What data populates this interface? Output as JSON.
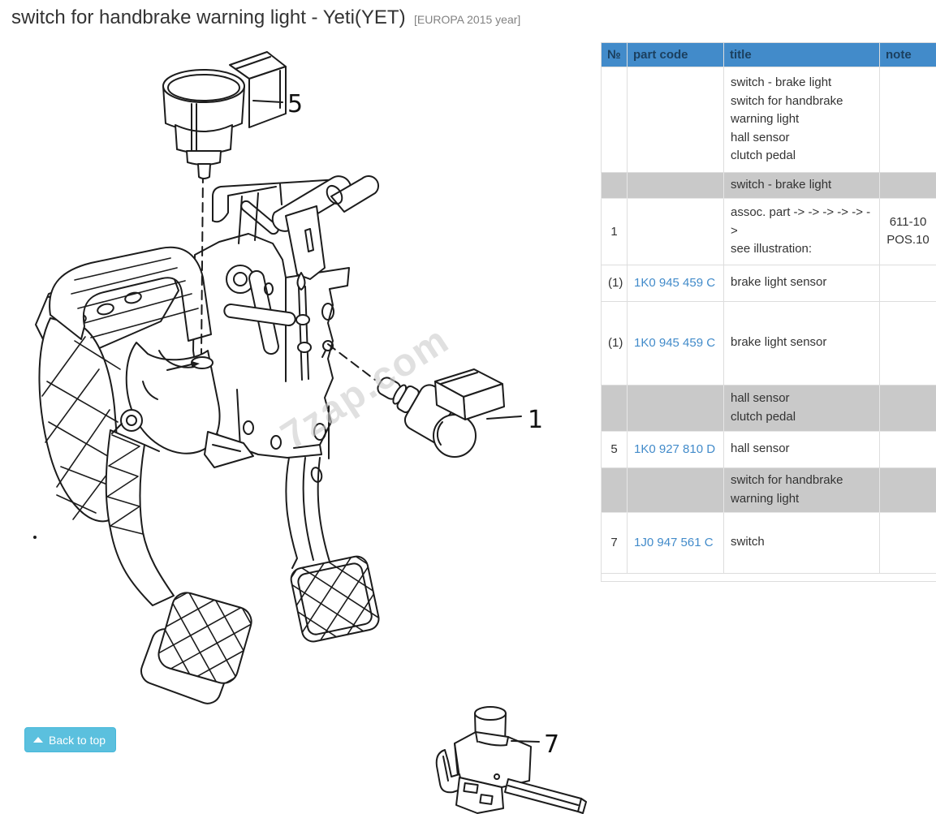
{
  "page": {
    "title": "switch for handbrake warning light - Yeti(YET)",
    "subtitle": "[EUROPA 2015 year]"
  },
  "watermark": "7zap.com",
  "back_to_top": {
    "label": "Back to top"
  },
  "diagram": {
    "callouts": [
      {
        "label": "5"
      },
      {
        "label": "1"
      },
      {
        "label": "7"
      }
    ]
  },
  "table": {
    "headers": [
      "№",
      "part code",
      "title",
      "note"
    ],
    "rows": [
      {
        "num": "",
        "code": "",
        "title_lines": [
          "switch - brake light",
          "switch for handbrake",
          "warning light",
          "hall sensor",
          "clutch pedal"
        ],
        "note_lines": [],
        "variant": "white",
        "height": 130
      },
      {
        "num": "",
        "code": "",
        "title_lines": [
          "switch - brake light"
        ],
        "note_lines": [],
        "variant": "gray",
        "height": 28
      },
      {
        "num": "1",
        "code": "",
        "title_lines": [
          "assoc. part -> -> -> -> -> ->",
          "see illustration:"
        ],
        "note_lines": [
          "611-10",
          "POS.10"
        ],
        "variant": "white",
        "height": 82
      },
      {
        "num": "(1)",
        "code": "1K0 945 459 C",
        "title_lines": [
          "brake light sensor"
        ],
        "note_lines": [],
        "variant": "white",
        "height": 45
      },
      {
        "num": "(1)",
        "code": "1K0 945 459 C",
        "title_lines": [
          "brake light sensor"
        ],
        "note_lines": [],
        "variant": "white",
        "height": 103
      },
      {
        "num": "",
        "code": "",
        "title_lines": [
          "hall sensor",
          "clutch pedal"
        ],
        "note_lines": [],
        "variant": "gray",
        "height": 57
      },
      {
        "num": "5",
        "code": "1K0 927 810 D",
        "title_lines": [
          "hall sensor"
        ],
        "note_lines": [],
        "variant": "white",
        "height": 45
      },
      {
        "num": "",
        "code": "",
        "title_lines": [
          "switch for handbrake",
          "warning light"
        ],
        "note_lines": [],
        "variant": "gray",
        "height": 55
      },
      {
        "num": "7",
        "code": "1J0 947 561 C",
        "title_lines": [
          "switch"
        ],
        "note_lines": [],
        "variant": "white",
        "height": 75
      }
    ]
  },
  "colors": {
    "header_bg": "#428bca",
    "header_text": "#1b3f5e",
    "link": "#428bca",
    "gray_row": "#c9c9c9",
    "btn_bg": "#5bc0de",
    "btn_border": "#46b8da",
    "ink": "#1c1c1c",
    "watermark": "#cccccc",
    "border": "#dddddd",
    "text": "#333333",
    "muted": "#828282"
  }
}
